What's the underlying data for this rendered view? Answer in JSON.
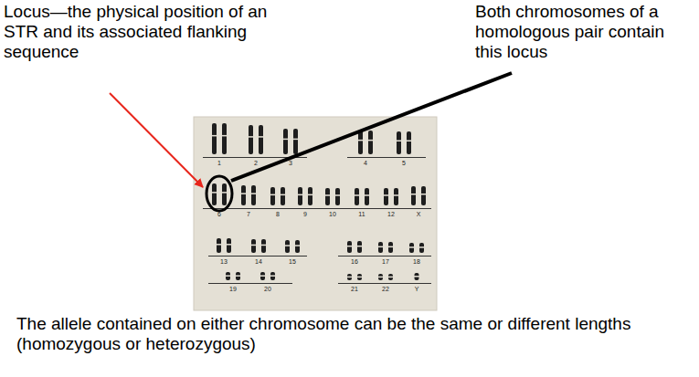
{
  "diagram": {
    "labels": [
      "Locus—the physical position of an STR and its associated flanking sequence",
      "Both chromosomes of a homologous pair contain this locus",
      "1",
      "2",
      "3",
      "4",
      "5",
      "6",
      "7",
      "8",
      "9",
      "10",
      "11",
      "12",
      "X",
      "13",
      "14",
      "15",
      "16",
      "17",
      "18",
      "19",
      "20",
      "21",
      "22",
      "Y",
      "The allele contained on either chromosome can be the same or different lengths (homozygous or heterozygous)"
    ]
  }
}
